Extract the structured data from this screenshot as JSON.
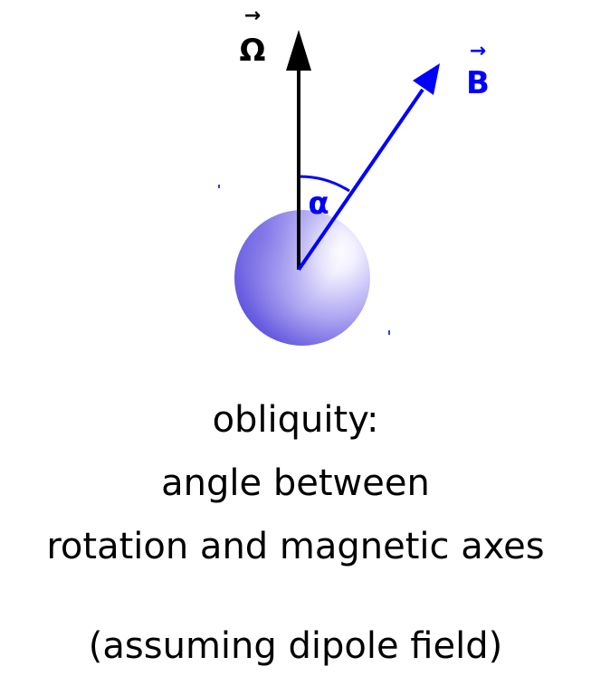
{
  "diagram": {
    "rotation_axis_label": "Ω",
    "magnetic_axis_label": "B",
    "angle_label": "α",
    "colors": {
      "rotation_axis": "#000000",
      "magnetic_axis": "#0000ff",
      "sphere": "#7b70e8"
    },
    "icons": {
      "vector_arrow_accent": "right-arrow-glyph"
    }
  },
  "caption": {
    "line1": "obliquity:",
    "line2": "angle between",
    "line3": "rotation and magnetic axes",
    "note": "(assuming dipole field)"
  }
}
